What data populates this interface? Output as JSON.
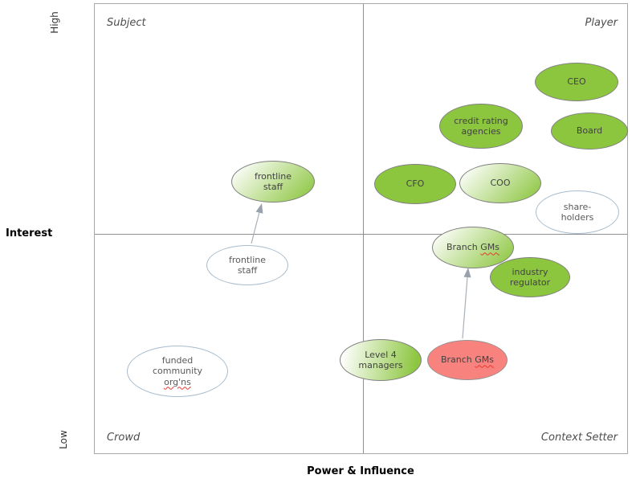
{
  "axes": {
    "y_axis_label": "Interest",
    "x_axis_label": "Power & Influence",
    "y_high": "High",
    "y_low": "Low"
  },
  "quadrants": {
    "top_left": "Subject",
    "top_right": "Player",
    "bottom_left": "Crowd",
    "bottom_right": "Context Setter"
  },
  "colors": {
    "solid_green": "#8cc63f",
    "red": "#f8827e",
    "white_fill": "#ffffff",
    "green_ellipse_border": "#808080",
    "white_ellipse_border": "#a9bccd",
    "misspelling_squiggle": "#e8392e",
    "arrow": "#98a1ac",
    "quadrant_line": "#8f8f8f"
  },
  "stakeholders": {
    "ceo": {
      "line1": "CEO"
    },
    "board": {
      "line1": "Board"
    },
    "credit_rating_agencies": {
      "line1": "credit rating",
      "line2": "agencies"
    },
    "cfo": {
      "line1": "CFO"
    },
    "coo": {
      "line1": "COO"
    },
    "shareholders": {
      "line1": "share-",
      "line2": "holders"
    },
    "frontline_staff_target": {
      "line1": "frontline",
      "line2": "staff"
    },
    "frontline_staff_current": {
      "line1": "frontline",
      "line2": "staff"
    },
    "branch_gms_target": {
      "line1_part1": "Branch ",
      "line1_misspelled": "GMs"
    },
    "industry_regulator": {
      "line1": "industry",
      "line2": "regulator"
    },
    "level_4_managers": {
      "line1": "Level 4",
      "line2": "managers"
    },
    "branch_gms_current": {
      "line1_part1": "Branch ",
      "line1_misspelled": "GMs"
    },
    "funded_community_orgns": {
      "line1": "funded",
      "line2": "community",
      "line3_misspelled": "org'ns"
    }
  },
  "chart_data": {
    "type": "scatter",
    "title": "",
    "xlabel": "Power & Influence",
    "ylabel": "Interest",
    "y_axis_end_labels": [
      "Low",
      "High"
    ],
    "grid": "2x2 quadrants",
    "quadrant_labels": {
      "top_left": "Subject",
      "top_right": "Player",
      "bottom_left": "Crowd",
      "bottom_right": "Context Setter"
    },
    "points": [
      {
        "label": "CEO",
        "x": 0.9,
        "y": 0.83,
        "fill": "solid-green"
      },
      {
        "label": "Board",
        "x": 0.93,
        "y": 0.72,
        "fill": "solid-green"
      },
      {
        "label": "credit rating agencies",
        "x": 0.72,
        "y": 0.73,
        "fill": "solid-green"
      },
      {
        "label": "CFO",
        "x": 0.6,
        "y": 0.6,
        "fill": "solid-green"
      },
      {
        "label": "COO",
        "x": 0.76,
        "y": 0.6,
        "fill": "gradient-green"
      },
      {
        "label": "share-holders",
        "x": 0.91,
        "y": 0.54,
        "fill": "white"
      },
      {
        "label": "frontline staff",
        "x": 0.33,
        "y": 0.6,
        "fill": "gradient-green"
      },
      {
        "label": "frontline staff",
        "x": 0.29,
        "y": 0.42,
        "fill": "white"
      },
      {
        "label": "Branch GMs",
        "x": 0.71,
        "y": 0.46,
        "fill": "gradient-green"
      },
      {
        "label": "industry regulator",
        "x": 0.82,
        "y": 0.39,
        "fill": "solid-green"
      },
      {
        "label": "Level 4 managers",
        "x": 0.54,
        "y": 0.21,
        "fill": "gradient-green"
      },
      {
        "label": "Branch GMs",
        "x": 0.7,
        "y": 0.21,
        "fill": "red"
      },
      {
        "label": "funded community org'ns",
        "x": 0.16,
        "y": 0.18,
        "fill": "white"
      }
    ],
    "arrows": [
      {
        "from": "frontline staff (white, below midline)",
        "to": "frontline staff (green, above midline)"
      },
      {
        "from": "Branch GMs (red)",
        "to": "Branch GMs (green)"
      }
    ]
  }
}
